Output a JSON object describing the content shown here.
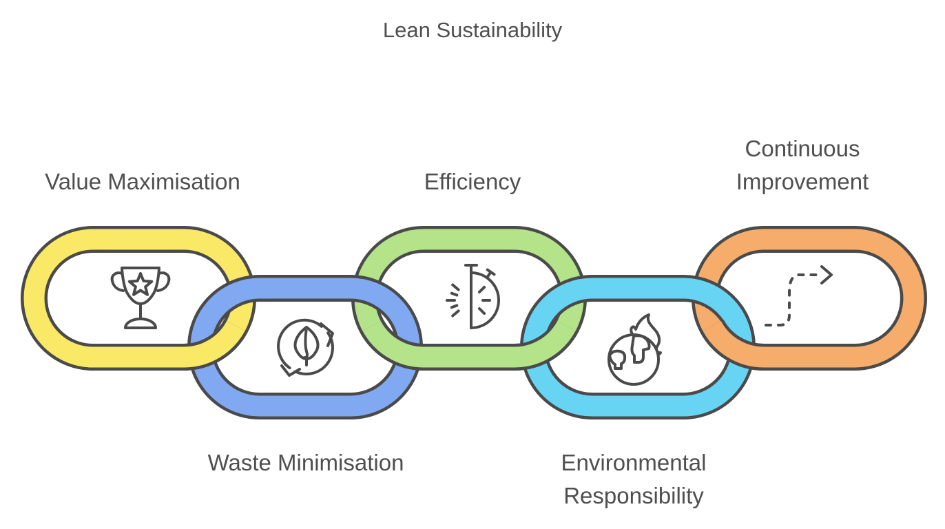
{
  "title": "Lean Sustainability",
  "colors": {
    "outline": "#4a4a4a",
    "text": "#4f4f4f",
    "background": "#ffffff"
  },
  "links": [
    {
      "label": "Value Maximisation",
      "color": "#f9e967",
      "icon": "trophy-icon"
    },
    {
      "label": "Waste Minimisation",
      "color": "#81a9f1",
      "icon": "recycle-leaf-icon"
    },
    {
      "label": "Efficiency",
      "color": "#b5e38a",
      "icon": "stopwatch-icon"
    },
    {
      "label": "Environmental Responsibility",
      "color": "#68d4f4",
      "icon": "globe-fire-icon"
    },
    {
      "label": "Continuous Improvement",
      "color": "#f6ad6c",
      "icon": "dashed-arrow-icon"
    }
  ]
}
